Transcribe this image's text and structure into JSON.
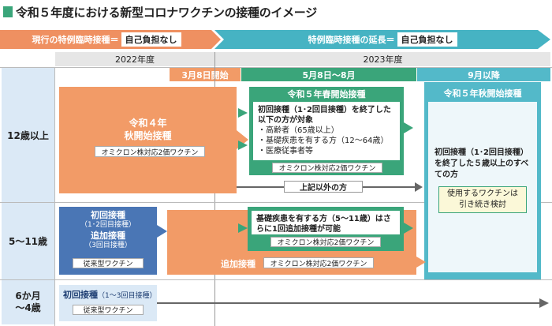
{
  "title": "令和５年度における新型コロナワクチンの接種のイメージ",
  "banner_current": {
    "label": "現行の特例臨時接種＝",
    "pill": "自己負担なし"
  },
  "banner_extend": {
    "label": "特例臨時接種の延長＝",
    "pill": "自己負担なし"
  },
  "year_2022": "2022年度",
  "year_2023": "2023年度",
  "period_mar": "3月8日開始",
  "period_may": "5月8日～8月",
  "period_sep": "9月以降",
  "rows": {
    "r12": "12歳以上",
    "r5": "5～11歳",
    "r6m": "6か月\n～4歳"
  },
  "r12": {
    "autumn_r4": "令和４年\n秋開始接種",
    "autumn_r4_caption": "オミクロン株対応2価ワクチン",
    "spring_title": "令和５年春開始接種",
    "spring_body": "初回接種（1･2回目接種）を終了した以下の方が対象",
    "spring_items": [
      "・高齢者（65歳以上）",
      "・基礎疾患を有する方（12～64歳）",
      "・医療従事者等"
    ],
    "spring_caption": "オミクロン株対応2価ワクチン",
    "others": "上記以外の方"
  },
  "r5": {
    "initial": "初回接種",
    "initial_sub": "（1･2回目接種）",
    "booster": "追加接種",
    "booster_sub": "（3回目接種）",
    "caption": "従来型ワクチン",
    "spring_body": "基礎疾患を有する方（5～11歳）はさらに1回追加接種が可能",
    "spring_caption": "オミクロン株対応2価ワクチン",
    "booster_row": "追加接種",
    "booster_row_caption": "オミクロン株対応2価ワクチン"
  },
  "autumn_r5": {
    "title": "令和５年秋開始接種",
    "body": "初回接種（1･2回目接種）を終了した５歳以上のすべての方",
    "note": "使用するワクチンは\n引き続き検討"
  },
  "r6m": {
    "initial": "初回接種",
    "initial_sub": "（1～3回目接種）",
    "caption": "従来型ワクチン"
  },
  "colors": {
    "orange": "#f29b67",
    "green": "#3aa57a",
    "teal": "#53b9c9",
    "blue": "#4a76b5",
    "lightblue": "#dbe9f6",
    "banner_orange": "#ef9061",
    "banner_teal": "#46b3c3"
  }
}
